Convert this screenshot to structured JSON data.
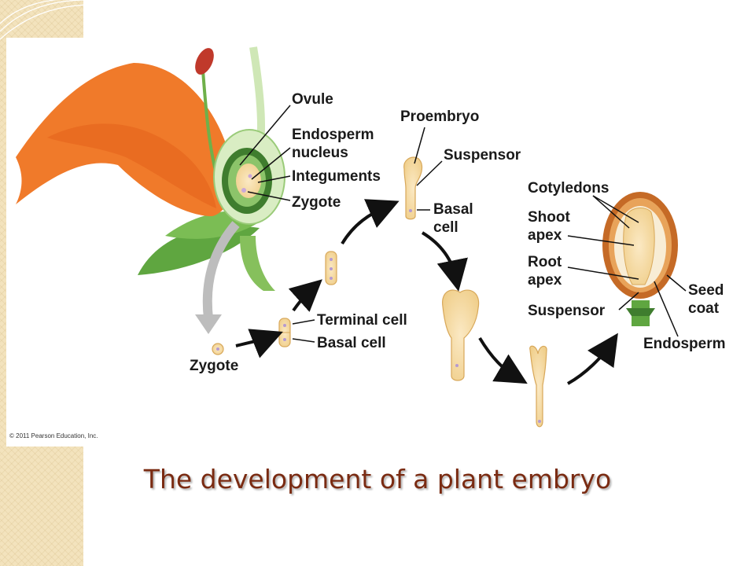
{
  "diagram": {
    "labels": {
      "ovule": "Ovule",
      "endosperm_nucleus_1": "Endosperm",
      "endosperm_nucleus_2": "nucleus",
      "integuments": "Integuments",
      "zygote_top": "Zygote",
      "proembryo": "Proembryo",
      "suspensor_top": "Suspensor",
      "basal_cell_1": "Basal",
      "basal_cell_2": "cell",
      "terminal_cell": "Terminal cell",
      "basal_cell_bottom": "Basal cell",
      "zygote_bottom": "Zygote",
      "cotyledons": "Cotyledons",
      "shoot_apex_1": "Shoot",
      "shoot_apex_2": "apex",
      "root_apex_1": "Root",
      "root_apex_2": "apex",
      "suspensor_seed": "Suspensor",
      "seed_coat_1": "Seed",
      "seed_coat_2": "coat",
      "endosperm": "Endosperm"
    },
    "copyright": "© 2011 Pearson Education, Inc.",
    "colors": {
      "petal": "#f07a2a",
      "leaf": "#5fa640",
      "ovule_wall": "#3f7d2e",
      "embryo": "#f6dca6",
      "seed_coat": "#c56a26",
      "arrow_gray": "#bdbdbd",
      "label_text": "#1a1a1a",
      "caption": "#7a2b12"
    }
  },
  "caption": "The development of a plant embryo"
}
